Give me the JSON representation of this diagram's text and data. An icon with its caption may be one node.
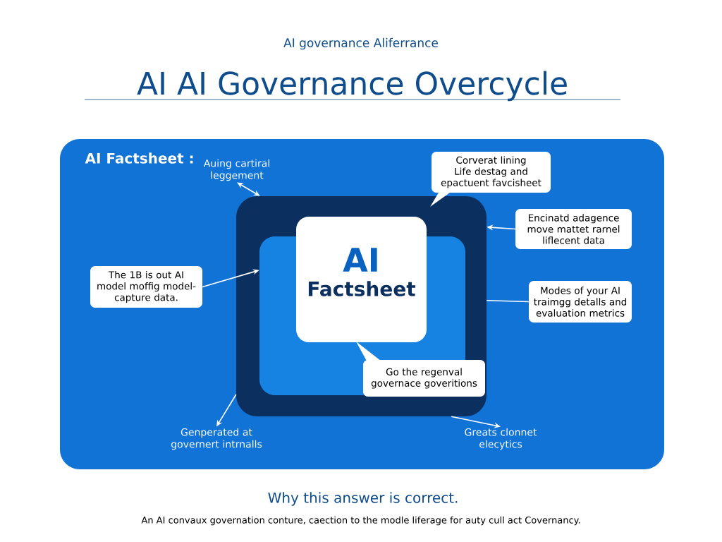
{
  "diagram": {
    "title": "AI AI Governance Overcycle",
    "nodes": [
      {
        "text": [
          "AI Factsheet :"
        ]
      },
      {
        "text": [],
        "shape": "box",
        "in": 0
      },
      {
        "text": [],
        "shape": "box",
        "in": 1
      },
      {
        "text": [
          "AI",
          "Factsheet"
        ],
        "in": 1
      },
      {
        "text": [
          "Auing cartiral leggement"
        ],
        "in": 0
      },
      {
        "text": [
          "The 1B is out AI model moffig model- capture data."
        ],
        "in": 0
      },
      {
        "text": [
          "Corverat lining Life destag and epactuent favcisheet"
        ],
        "in": 0
      },
      {
        "text": [
          "Encinatd adagence move mattet rarnel liflecent data"
        ],
        "in": 0
      },
      {
        "text": [
          "Modes of your AI traimgg detalls and evaluation metrics"
        ],
        "in": 0
      },
      {
        "text": [
          "Go the regenval governace goveritions"
        ],
        "in": 1
      },
      {
        "text": [
          "Genperated at governert intrnalls"
        ],
        "in": 0
      },
      {
        "text": [
          "Greats clonnet elecytics"
        ],
        "in": 0
      }
    ],
    "edges": [
      {
        "from": 4,
        "to": 1,
        "arrow": "both"
      },
      {
        "from": 5,
        "to": 2,
        "arrow": "to"
      },
      {
        "from": 7,
        "to": 1,
        "arrow": "to"
      },
      {
        "from": 8,
        "to": 1,
        "arrow": "none"
      },
      {
        "from": 1,
        "to": 10,
        "arrow": "to"
      },
      {
        "from": 1,
        "to": 11,
        "arrow": "to"
      }
    ],
    "labels": [
      "AI governance Aliferrance",
      "Why this answer is correct.",
      "An AI convaux governation conture, caection to the modle liferage for auty cull act Covernancy."
    ]
  }
}
